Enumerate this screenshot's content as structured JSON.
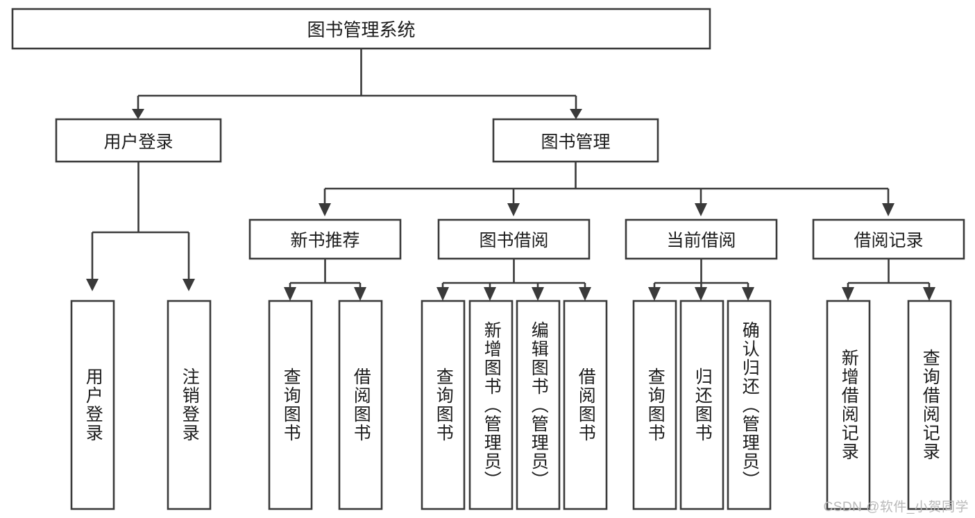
{
  "diagram": {
    "type": "hierarchy-tree",
    "title": "图书管理系统",
    "root": {
      "id": "root",
      "label": "图书管理系统"
    },
    "level2": [
      {
        "id": "user-login",
        "label": "用户登录"
      },
      {
        "id": "book-management",
        "label": "图书管理"
      }
    ],
    "level3": [
      {
        "id": "new-book-recommend",
        "label": "新书推荐",
        "parent": "book-management"
      },
      {
        "id": "book-borrow",
        "label": "图书借阅",
        "parent": "book-management"
      },
      {
        "id": "current-borrow",
        "label": "当前借阅",
        "parent": "book-management"
      },
      {
        "id": "borrow-record",
        "label": "借阅记录",
        "parent": "book-management"
      }
    ],
    "leaves": [
      {
        "id": "leaf-user-login",
        "label": "用户登录",
        "parent": "user-login"
      },
      {
        "id": "leaf-logout-login",
        "label": "注销登录",
        "parent": "user-login"
      },
      {
        "id": "leaf-query-book-1",
        "label": "查询图书",
        "parent": "new-book-recommend"
      },
      {
        "id": "leaf-borrow-book-1",
        "label": "借阅图书",
        "parent": "new-book-recommend"
      },
      {
        "id": "leaf-query-book-2",
        "label": "查询图书",
        "parent": "book-borrow"
      },
      {
        "id": "leaf-add-book",
        "label": "新增图书（管理员）",
        "parent": "book-borrow"
      },
      {
        "id": "leaf-edit-book",
        "label": "编辑图书（管理员）",
        "parent": "book-borrow"
      },
      {
        "id": "leaf-borrow-book-2",
        "label": "借阅图书",
        "parent": "book-borrow"
      },
      {
        "id": "leaf-query-book-3",
        "label": "查询图书",
        "parent": "current-borrow"
      },
      {
        "id": "leaf-return-book",
        "label": "归还图书",
        "parent": "current-borrow"
      },
      {
        "id": "leaf-confirm-return",
        "label": "确认归还（管理员）",
        "parent": "current-borrow"
      },
      {
        "id": "leaf-add-record",
        "label": "新增借阅记录",
        "parent": "borrow-record"
      },
      {
        "id": "leaf-query-record",
        "label": "查询借阅记录",
        "parent": "borrow-record"
      }
    ],
    "colors": {
      "stroke": "#3a3a3a",
      "fill": "#ffffff",
      "text": "#1b1b1b",
      "watermark": "#b9b9b9",
      "background": "#ffffff"
    }
  },
  "watermark": {
    "text": "CSDN @软件_小贺同学"
  }
}
